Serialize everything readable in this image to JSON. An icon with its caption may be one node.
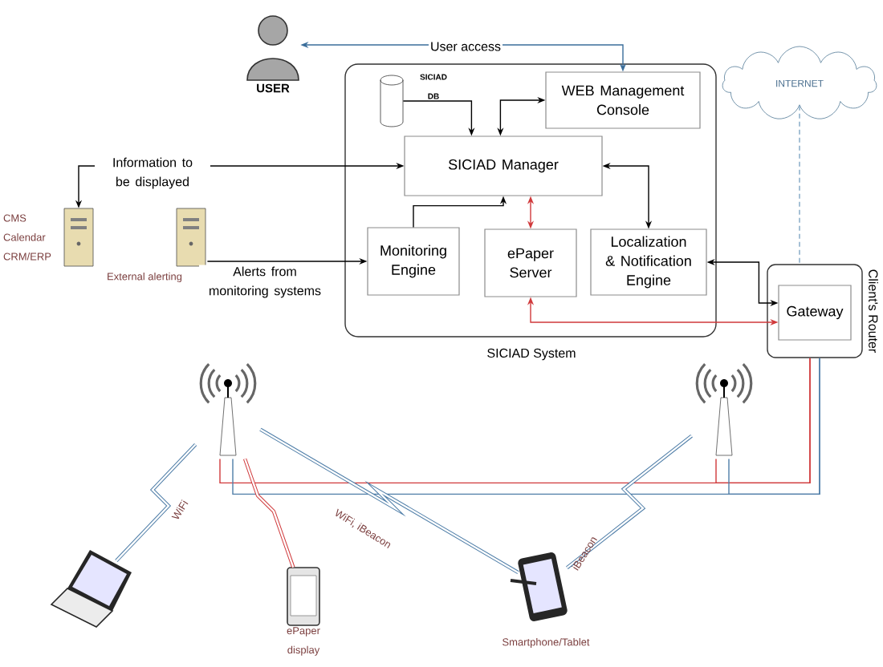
{
  "diagram": {
    "nodes": [
      {
        "text": [],
        "shape": "person",
        "beside": [
          "USER"
        ]
      },
      {
        "text": [
          "SICIAD System"
        ]
      },
      {
        "text": [],
        "shape": "cylinder",
        "in": 1,
        "beside": [
          "SICIAD DB"
        ]
      },
      {
        "text": [
          "WEB Management Console"
        ],
        "in": 1
      },
      {
        "text": [
          "SICIAD Manager"
        ],
        "in": 1
      },
      {
        "text": [
          "Monitoring Engine"
        ],
        "in": 1
      },
      {
        "text": [
          "ePaper Server"
        ],
        "in": 1
      },
      {
        "text": [
          "Localization & Notification Engine"
        ],
        "in": 1
      },
      {
        "text": [
          "Client's Router"
        ]
      },
      {
        "text": [
          "Gateway"
        ],
        "in": 8
      },
      {
        "text": [
          "INTERNET"
        ]
      },
      {
        "text": [],
        "shape": "server",
        "beside": [
          "CMS Calendar CRM/ERP"
        ]
      },
      {
        "text": [],
        "shape": "server",
        "beside": [
          "External alerting"
        ]
      },
      {
        "text": [],
        "shape": "antenna"
      },
      {
        "text": [],
        "shape": "antenna"
      },
      {
        "text": [],
        "shape": "laptop"
      },
      {
        "text": [],
        "shape": "phone",
        "beside": [
          "ePaper display"
        ]
      },
      {
        "text": [],
        "shape": "tablet",
        "beside": [
          "Smartphone/Tablet"
        ]
      }
    ],
    "edges": [
      {
        "from": 3,
        "to": 0,
        "arrow": "both",
        "label": "User access",
        "color": "#3a6d9a"
      },
      {
        "from": 2,
        "to": 4,
        "arrow": "to"
      },
      {
        "from": 4,
        "to": 3,
        "arrow": "both"
      },
      {
        "from": 4,
        "to": 11,
        "arrow": "both",
        "label": "Information to be displayed"
      },
      {
        "from": 5,
        "to": 4,
        "arrow": "to"
      },
      {
        "from": 6,
        "to": 4,
        "arrow": "both",
        "color": "#d0393b"
      },
      {
        "from": 4,
        "to": 7,
        "arrow": "both"
      },
      {
        "from": 7,
        "to": 9,
        "arrow": "both"
      },
      {
        "from": 6,
        "to": 9,
        "arrow": "both",
        "color": "#d0393b"
      },
      {
        "from": 12,
        "to": 5,
        "arrow": "to",
        "label": "Alerts from monitoring systems"
      },
      {
        "from": 10,
        "to": 8,
        "arrow": "none",
        "style": "dashed",
        "color": "#7fa6c4"
      },
      {
        "from": 8,
        "to": 13,
        "arrow": "none",
        "color": "#d0393b"
      },
      {
        "from": 8,
        "to": 13,
        "arrow": "none",
        "color": "#4f7ea8"
      },
      {
        "from": 8,
        "to": 14,
        "arrow": "none",
        "color": "#d0393b"
      },
      {
        "from": 8,
        "to": 14,
        "arrow": "none",
        "color": "#4f7ea8"
      },
      {
        "from": 13,
        "to": 15,
        "arrow": "none",
        "label": "WiFi",
        "style": "thick",
        "color": "#4f7ea8"
      },
      {
        "from": 13,
        "to": 16,
        "arrow": "none",
        "style": "thick",
        "color": "#d0393b"
      },
      {
        "from": 13,
        "to": 17,
        "arrow": "none",
        "label": "WiFi, iBeacon",
        "style": "thick",
        "color": "#4f7ea8"
      },
      {
        "from": 14,
        "to": 17,
        "arrow": "none",
        "label": "iBeacon",
        "style": "thick",
        "color": "#4f7ea8"
      }
    ]
  }
}
